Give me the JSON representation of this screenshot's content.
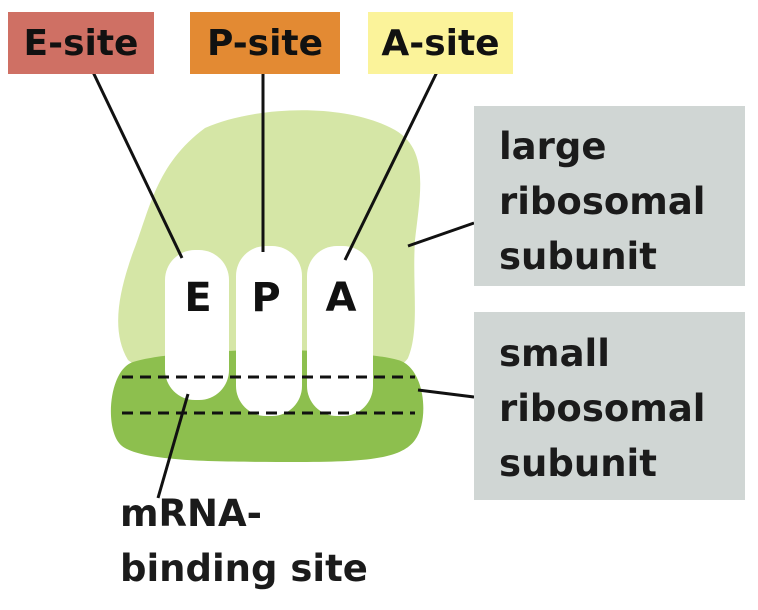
{
  "labels": {
    "e_site": "E-site",
    "p_site": "P-site",
    "a_site": "A-site"
  },
  "sites": {
    "e": "E",
    "p": "P",
    "a": "A"
  },
  "large_subunit": {
    "line1": "large",
    "line2": "ribosomal",
    "line3": "subunit"
  },
  "small_subunit": {
    "line1": "small",
    "line2": "ribosomal",
    "line3": "subunit"
  },
  "mrna_site": {
    "line1": "mRNA-",
    "line2": "binding site"
  },
  "colors": {
    "e_site_tag": "#cf7064",
    "p_site_tag": "#e38a33",
    "a_site_tag": "#fbf39a",
    "large_subunit": "#d5e6a6",
    "small_subunit": "#8dbf4e",
    "label_box": "#d0d6d4",
    "tunnel": "#ffffff"
  }
}
